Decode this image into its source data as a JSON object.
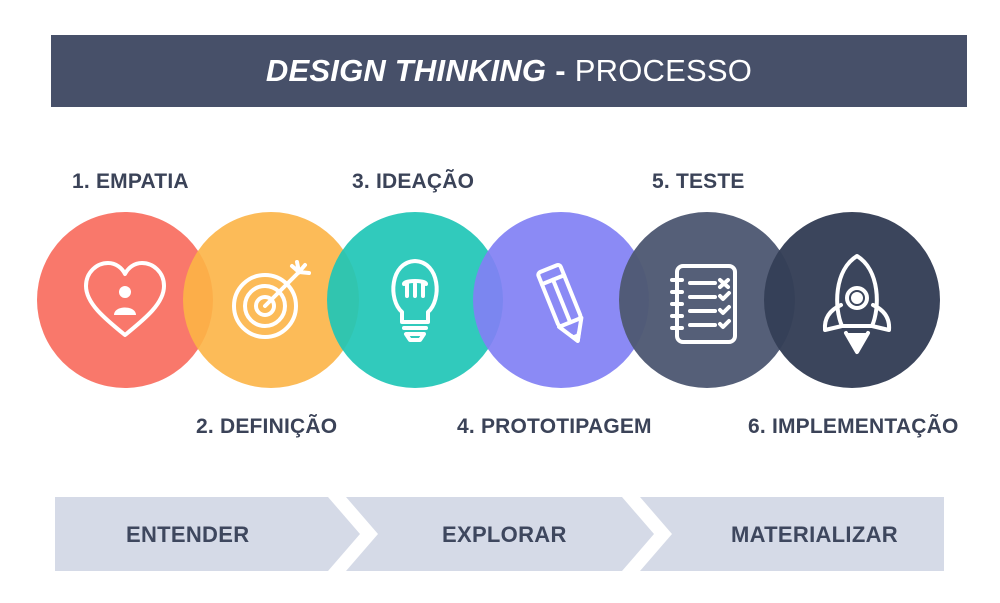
{
  "header": {
    "title_strong": "DESIGN THINKING",
    "title_sep": "-",
    "title_light": "PROCESSO"
  },
  "steps": [
    {
      "label": "1. EMPATIA",
      "color": "#f97466",
      "icon": "heart-person-icon"
    },
    {
      "label": "2. DEFINIÇÃO",
      "color": "#fcb446",
      "icon": "target-icon"
    },
    {
      "label": "3. IDEAÇÃO",
      "color": "#1fc5b6",
      "icon": "lightbulb-icon"
    },
    {
      "label": "4. PROTOTIPAGEM",
      "color": "#8180f4",
      "icon": "pencil-icon"
    },
    {
      "label": "5. TESTE",
      "color": "#505a74",
      "icon": "checklist-icon"
    },
    {
      "label": "6. IMPLEMENTAÇÃO",
      "color": "#353f57",
      "icon": "rocket-icon"
    }
  ],
  "phases": [
    {
      "label": "ENTENDER"
    },
    {
      "label": "EXPLORAR"
    },
    {
      "label": "MATERIALIZAR"
    }
  ],
  "colors": {
    "banner": "#475069",
    "phase_bar": "#d5dae7",
    "label_text": "#3b4358"
  }
}
